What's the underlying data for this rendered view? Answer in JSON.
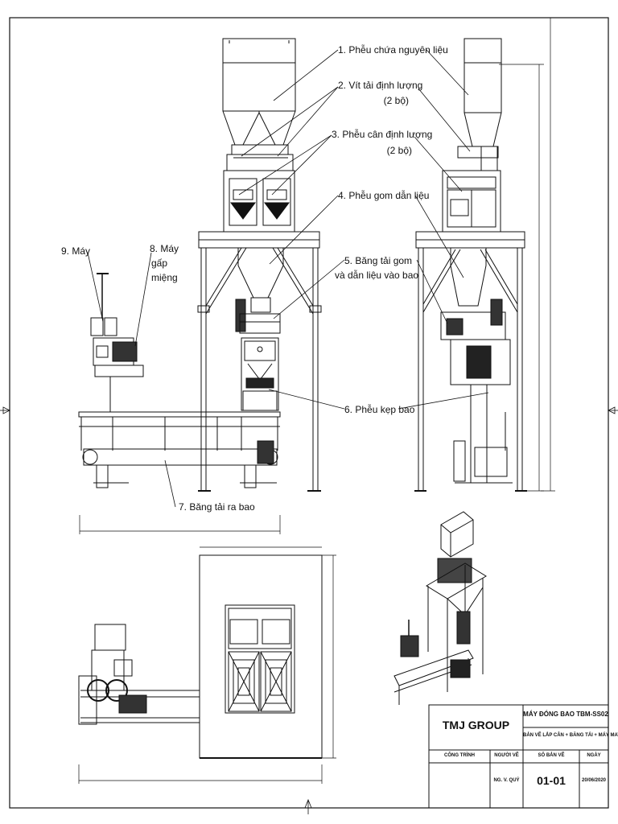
{
  "callouts": {
    "c1": "1. Phễu chứa nguyên liệu",
    "c2a": "2. Vít tải định lượng",
    "c2b": "(2 bộ)",
    "c3a": "3. Phễu cân định lượng",
    "c3b": "(2 bộ)",
    "c4": "4. Phễu gom dẫn liệu",
    "c5a": "5. Băng tải gom",
    "c5b": "và dẫn liệu vào bao",
    "c6": "6. Phễu kẹp bao",
    "c7": "7. Băng tải ra bao",
    "c8a": "8. Máy",
    "c8b": "gấp",
    "c8c": "miệng",
    "c9": "9. Máy"
  },
  "title_block": {
    "company": "TMJ GROUP",
    "drawing_title": "MÁY ĐÓNG BAO TBM-SS02",
    "drawing_subtitle": "BẢN VẼ LẮP CÂN + BĂNG TẢI + MÁY MAY",
    "h_project": "CÔNG TRÌNH",
    "h_drawer": "NGƯỜI VẼ",
    "h_sheet": "SỐ BẢN VẼ",
    "h_date": "NGÀY",
    "drawer": "NG. V. QUÝ",
    "sheet_no": "01-01",
    "date": "20/06/2020"
  }
}
